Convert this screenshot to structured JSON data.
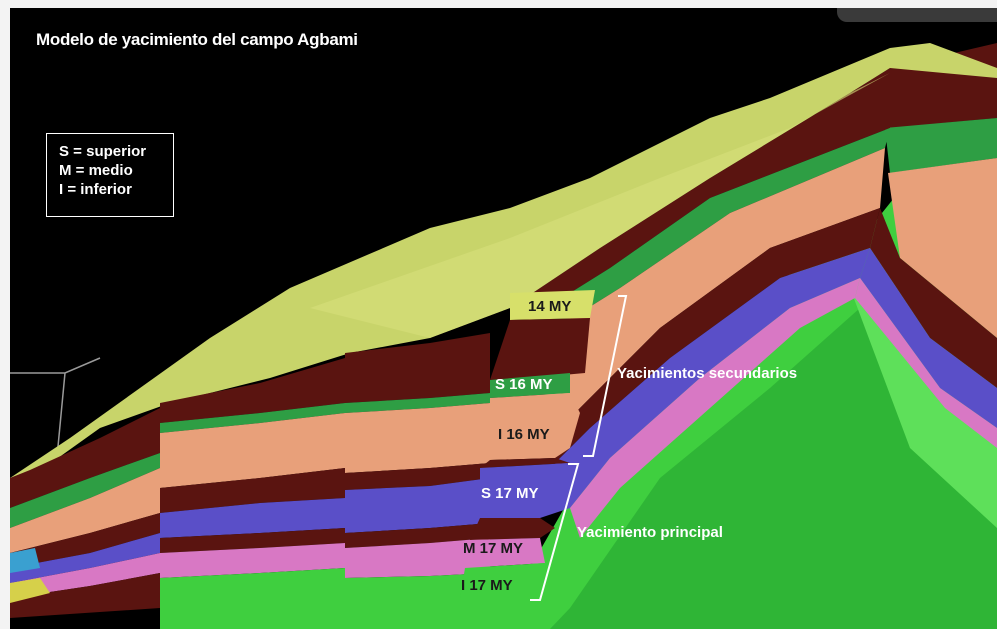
{
  "title": "Modelo de yacimiento del campo Agbami",
  "legend": {
    "items": [
      "S = superior",
      "M = medio",
      "I = inferior"
    ]
  },
  "layers": {
    "my14": "14 MY",
    "s16": "S 16 MY",
    "i16": "I 16 MY",
    "s17": "S 17 MY",
    "m17": "M 17 MY",
    "i17": "I 17 MY"
  },
  "groups": {
    "secondary": "Yacimientos secundarios",
    "principal": "Yacimiento principal"
  },
  "colors": {
    "background": "#000000",
    "top_surface": "#c8d46a",
    "brown": "#5a1410",
    "green_band": "#2e9e44",
    "salmon": "#e8a07a",
    "blue": "#5a4fc8",
    "pink": "#d878c4",
    "basement_green": "#3fcf3f"
  }
}
